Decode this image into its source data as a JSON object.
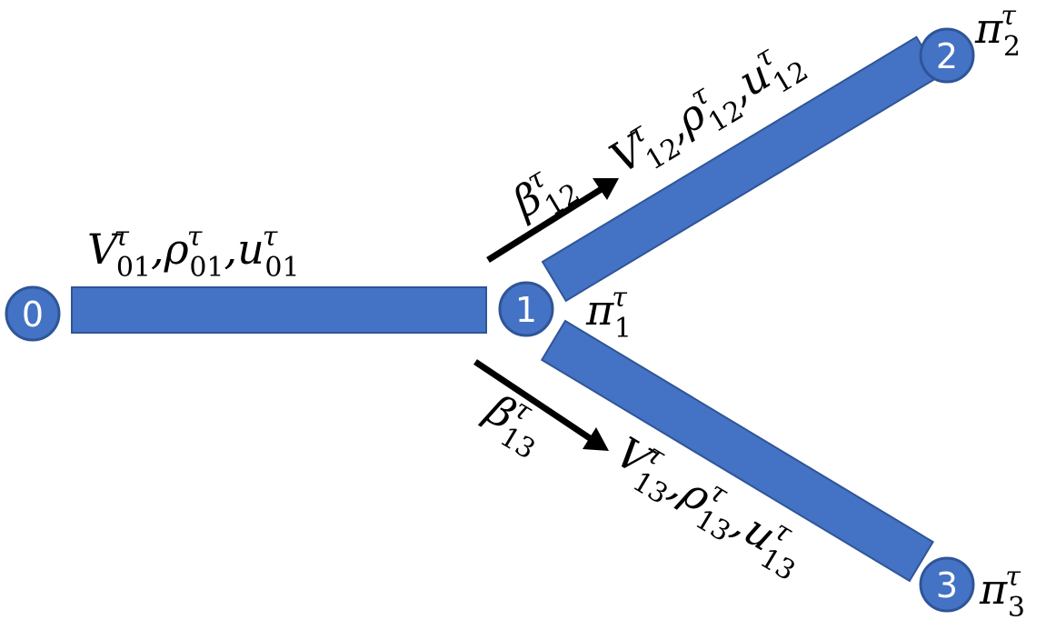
{
  "colors": {
    "pipe_fill": "#4472C4",
    "pipe_stroke": "#2F5597",
    "node_fill": "#4472C4",
    "node_stroke": "#2F5597",
    "arrow": "#000000"
  },
  "nodes": [
    {
      "id": "0",
      "label": "0"
    },
    {
      "id": "1",
      "label": "1"
    },
    {
      "id": "2",
      "label": "2"
    },
    {
      "id": "3",
      "label": "3"
    }
  ],
  "pipes": [
    {
      "id": "01",
      "from": "0",
      "to": "1"
    },
    {
      "id": "12",
      "from": "1",
      "to": "2"
    },
    {
      "id": "13",
      "from": "1",
      "to": "3"
    }
  ],
  "labels": {
    "pipe01_vars": {
      "v": "V",
      "rho": "ρ",
      "u": "u",
      "sub": "01",
      "sup": "τ"
    },
    "pipe12_vars": {
      "v": "V",
      "rho": "ρ",
      "u": "u",
      "sub": "12",
      "sup": "τ"
    },
    "pipe13_vars": {
      "v": "V",
      "rho": "ρ",
      "u": "u",
      "sub": "13",
      "sup": "τ"
    },
    "beta12": {
      "sym": "β",
      "sub": "12",
      "sup": "τ"
    },
    "beta13": {
      "sym": "β",
      "sub": "13",
      "sup": "τ"
    },
    "pi1": {
      "sym": "π",
      "sub": "1",
      "sup": "τ"
    },
    "pi2": {
      "sym": "π",
      "sub": "2",
      "sup": "τ"
    },
    "pi3": {
      "sym": "π",
      "sub": "3",
      "sup": "τ"
    },
    "comma": ","
  }
}
